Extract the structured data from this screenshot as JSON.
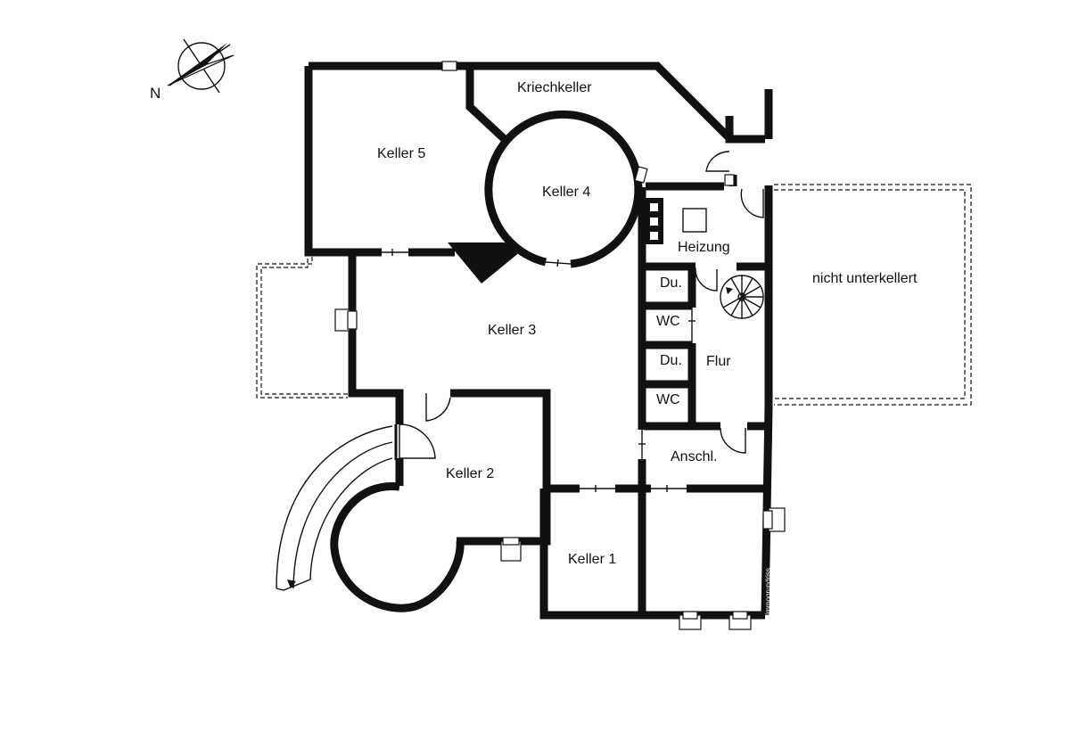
{
  "compass": {
    "north_label": "N",
    "icon": "compass-icon"
  },
  "rooms": {
    "kriechkeller": "Kriechkeller",
    "keller5": "Keller 5",
    "keller4": "Keller 4",
    "heizung": "Heizung",
    "keller3": "Keller 3",
    "du1": "Du.",
    "wc1": "WC",
    "du2": "Du.",
    "wc2": "WC",
    "flur": "Flur",
    "anschl": "Anschl.",
    "keller2": "Keller 2",
    "keller1": "Keller 1",
    "nicht_unterkellert": "nicht unterkellert"
  },
  "watermark": "Immogrundriss"
}
